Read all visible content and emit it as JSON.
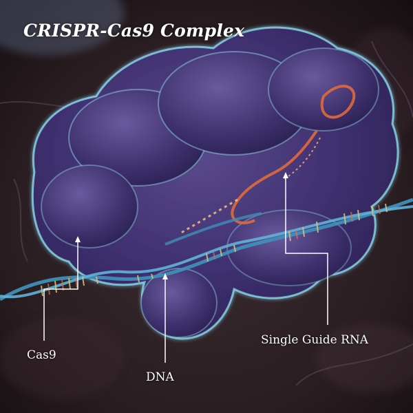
{
  "title": "CRISPR-Cas9 Complex",
  "labels": {
    "cas9": "Cas9",
    "dna": "DNA",
    "sgrna": "Single Guide RNA"
  },
  "colors": {
    "background": "#2a1e22",
    "protein": "#4a3a78",
    "protein_edge": "#8fe0f0",
    "dna_backbone": "#3f8fb8",
    "rna": "#e06a3c",
    "label_text": "#ffffff"
  }
}
